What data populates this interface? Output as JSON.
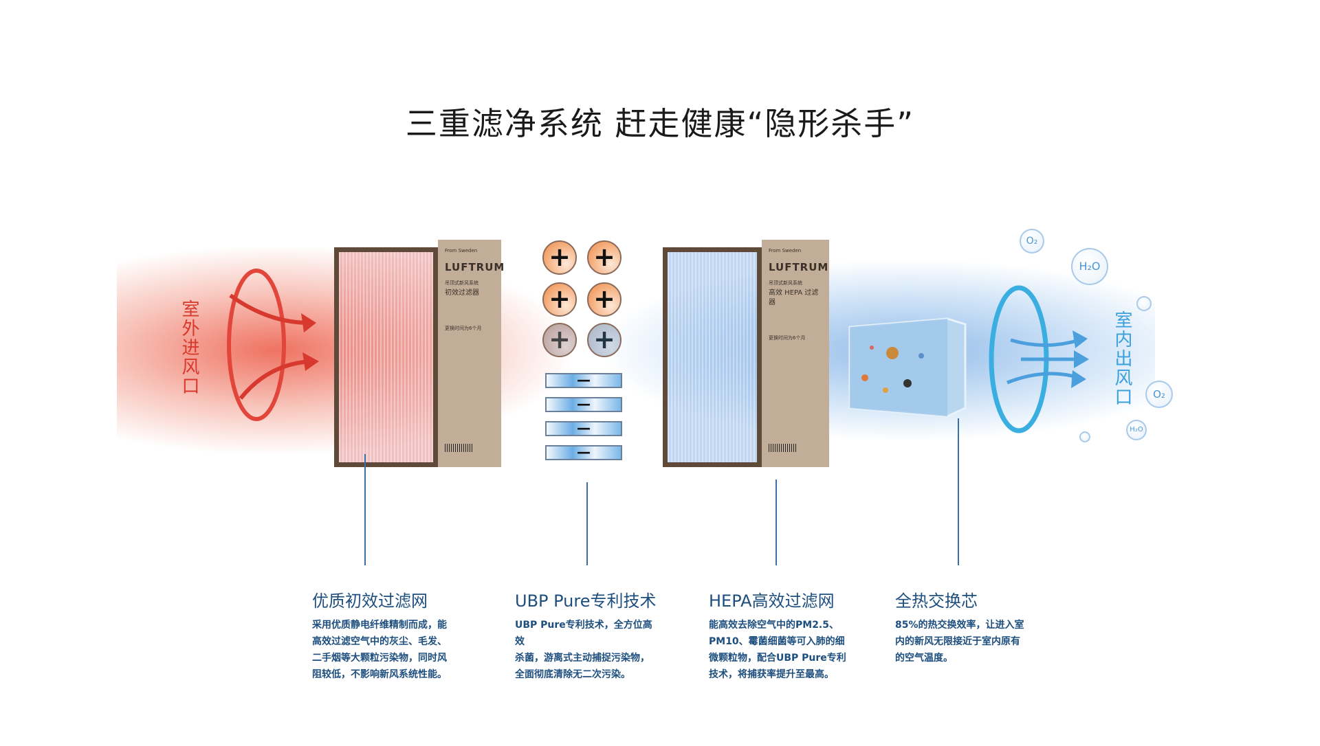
{
  "title": "三重滤净系统  赶走健康“隐形杀手”",
  "inlet_label": "室外进风口",
  "outlet_label": "室内出风口",
  "filter1": {
    "origin": "From Sweden",
    "brand": "LUFTRUM",
    "series": "吊顶式新风系统",
    "name": "初效过滤器",
    "note": "更换时间为6个月"
  },
  "filter2": {
    "origin": "From Sweden",
    "brand": "LUFTRUM",
    "series": "吊顶式新风系统",
    "name": "高效 HEPA 过滤器",
    "note": "更换时间为6个月"
  },
  "ions": {
    "positive": "+",
    "negative": "—"
  },
  "bubbles": {
    "o2": "O₂",
    "h2o": "H₂O"
  },
  "colors": {
    "inlet": "#d8392e",
    "outlet": "#3aa0dc",
    "text": "#1d4e7e"
  },
  "features": [
    {
      "title": "优质初效过滤网",
      "lines": [
        "采用优质静电纤维精制而成，能",
        "高效过滤空气中的灰尘、毛发、",
        "二手烟等大颗粒污染物，同时风",
        "阻较低，不影响新风系统性能。"
      ]
    },
    {
      "title": "UBP Pure专利技术",
      "lines": [
        "UBP Pure专利技术，全方位高效",
        "杀菌，游离式主动捕捉污染物，",
        "全面彻底清除无二次污染。"
      ]
    },
    {
      "title": "HEPA高效过滤网",
      "lines": [
        "能高效去除空气中的PM2.5、",
        "PM10、霉菌细菌等可入肺的细",
        "微颗粒物，配合UBP Pure专利",
        "技术，将捕获率提升至最高。"
      ]
    },
    {
      "title": "全热交换芯",
      "lines": [
        "85%的热交换效率，让进入室",
        "内的新风无限接近于室内原有",
        "的空气温度。"
      ]
    }
  ]
}
